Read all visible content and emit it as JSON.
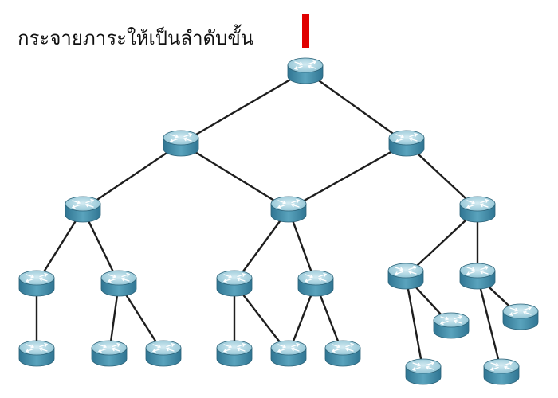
{
  "title": "กระจายภาระให้เป็นลำดับขั้น",
  "colors": {
    "background": "#ffffff",
    "router_top": "#a9d3df",
    "router_side": "#3f8aa6",
    "router_edge": "#2c6379",
    "link": "#1e1e1e",
    "marker": "#e00000"
  },
  "icon": "router-icon",
  "nodes": [
    {
      "id": "root"
    },
    {
      "id": "l1-left"
    },
    {
      "id": "l1-right"
    },
    {
      "id": "l2-a"
    },
    {
      "id": "l2-b"
    },
    {
      "id": "l2-c"
    },
    {
      "id": "l3-1"
    },
    {
      "id": "l3-2"
    },
    {
      "id": "l3-3"
    },
    {
      "id": "l3-4"
    },
    {
      "id": "l3-5"
    },
    {
      "id": "l3-6"
    },
    {
      "id": "l4-1"
    },
    {
      "id": "l4-2"
    },
    {
      "id": "l4-3"
    },
    {
      "id": "l4-4"
    },
    {
      "id": "l4-5"
    },
    {
      "id": "l4-6"
    },
    {
      "id": "l4-7"
    },
    {
      "id": "l4-8"
    },
    {
      "id": "l4-9"
    },
    {
      "id": "l4-10"
    }
  ],
  "links": [
    [
      "root",
      "l1-left"
    ],
    [
      "root",
      "l1-right"
    ],
    [
      "l1-left",
      "l2-a"
    ],
    [
      "l1-left",
      "l2-b"
    ],
    [
      "l1-right",
      "l2-b"
    ],
    [
      "l1-right",
      "l2-c"
    ],
    [
      "l2-a",
      "l3-1"
    ],
    [
      "l2-a",
      "l3-2"
    ],
    [
      "l2-b",
      "l3-3"
    ],
    [
      "l2-b",
      "l3-4"
    ],
    [
      "l2-c",
      "l3-5"
    ],
    [
      "l2-c",
      "l3-6"
    ],
    [
      "l3-1",
      "l4-1"
    ],
    [
      "l3-2",
      "l4-2"
    ],
    [
      "l3-2",
      "l4-3"
    ],
    [
      "l3-3",
      "l4-4"
    ],
    [
      "l3-3",
      "l4-5"
    ],
    [
      "l3-4",
      "l4-5"
    ],
    [
      "l3-4",
      "l4-6"
    ],
    [
      "l3-5",
      "l4-7"
    ],
    [
      "l3-5",
      "l4-8"
    ],
    [
      "l3-6",
      "l4-9"
    ],
    [
      "l3-6",
      "l4-10"
    ]
  ]
}
